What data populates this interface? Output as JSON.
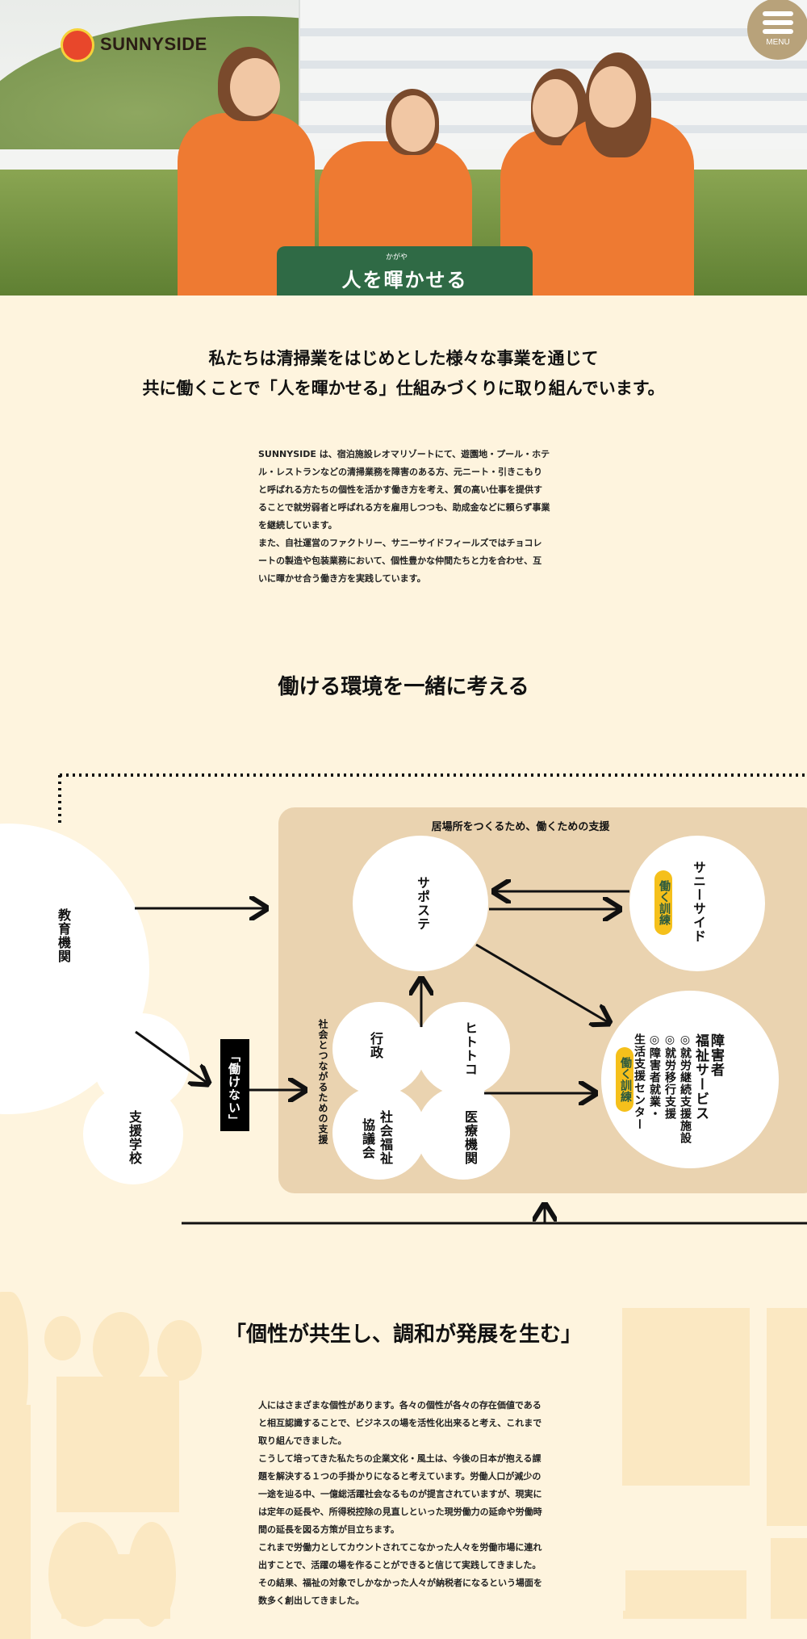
{
  "header": {
    "logo_text": "SUNNYSIDE",
    "menu_label": "MENU"
  },
  "hero": {
    "sign_ruby": "かがや",
    "sign_text": "人を暉かせる"
  },
  "intro": {
    "headline_lines": [
      "私たちは清掃業をはじめとした様々な事業を通じて",
      "共に働くことで「人を暉かせる」仕組みづくりに取り組んでいます。"
    ],
    "paragraph": "SUNNYSIDE は、宿泊施設レオマリゾートにて、遊園地・プール・ホテル・レストランなどの清掃業務を障害のある方、元ニート・引きこもりと呼ばれる方たちの個性を活かす働き方を考え、質の高い仕事を提供することで就労弱者と呼ばれる方を雇用しつつも、助成金などに頼らず事業を継続しています。\nまた、自社運営のファクトリー、サニーサイドフィールズではチョコレートの製造や包装業務において、個性豊かな仲間たちと力を合わせ、互いに暉かせ合う働き方を実践しています。"
  },
  "diagram": {
    "title": "働ける環境を一緒に考える",
    "education": "教育機関",
    "support_school": "支援学校",
    "cannot_work": "「働けない」",
    "panel_top_label": "居場所をつくるため、働くための支援",
    "panel_side_label": "社会とつながるための支援",
    "saposute": "サポステ",
    "sunnyside": "サニーサイド",
    "training": "働く訓練",
    "welfare_lines": [
      "障害者",
      "福祉サービス",
      "◎就労継続支援施設",
      "◎就労移行支援",
      "◎障害者就業・",
      "生活支援センター"
    ],
    "clover": {
      "gyosei": "行政",
      "hitotoko": "ヒトトコ",
      "shakyo_1": "社会福祉",
      "shakyo_2": "協議会",
      "iryo": "医療機関"
    }
  },
  "harmony": {
    "title": "「個性が共生し、調和が発展を生む」",
    "paragraph": "人にはさまざまな個性があります。各々の個性が各々の存在価値であると相互認識することで、ビジネスの場を活性化出来ると考え、これまで取り組んできました。\nこうして培ってきた私たちの企業文化・風土は、今後の日本が抱える課題を解決する１つの手掛かりになると考えています。労働人口が減少の一途を辿る中、一億総活躍社会なるものが提言されていますが、現実には定年の延長や、所得税控除の見直しといった現労働力の延命や労働時間の延長を図る方策が目立ちます。\nこれまで労働力としてカウントされてこなかった人々を労働市場に連れ出すことで、活躍の場を作ることができると信じて実践してきました。その結果、福祉の対象でしかなかった人々が納税者になるという場面を数多く創出してきました。"
  },
  "colors": {
    "background": "#fef4de",
    "panel": "#ead3b0",
    "accent_yellow": "#f5c01b",
    "sign_green": "#2f6a45",
    "deco": "#fbe8c2"
  }
}
